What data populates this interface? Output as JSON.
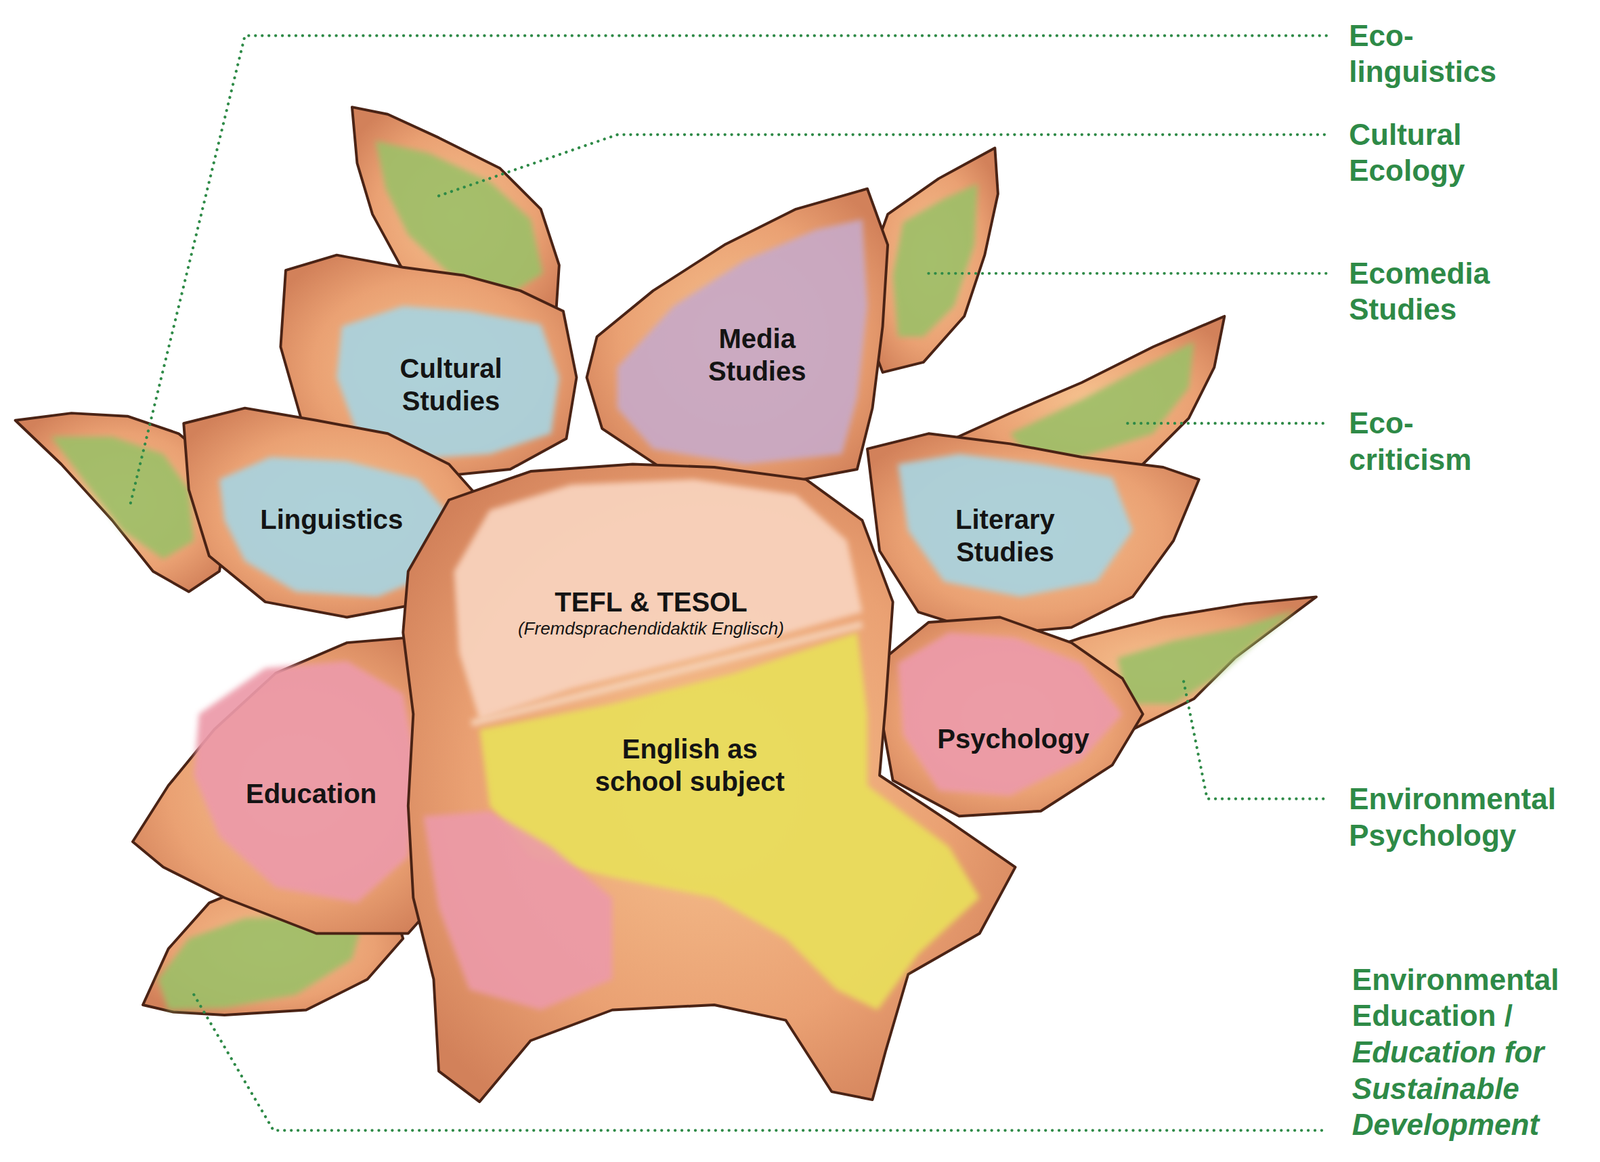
{
  "diagram": {
    "nodes": [
      {
        "text": [
          "Cultural Studies"
        ]
      },
      {
        "text": [
          "Media Studies"
        ]
      },
      {
        "text": [
          "Linguistics"
        ]
      },
      {
        "text": [
          "Literary Studies"
        ]
      },
      {
        "text": [
          "TEFL & TESOL",
          "(Fremdsprachendidaktik Englisch)"
        ]
      },
      {
        "text": [
          "Psychology"
        ]
      },
      {
        "text": [
          "English as school subject"
        ]
      },
      {
        "text": [
          "Education"
        ]
      }
    ],
    "labels": [
      "Eco- linguistics",
      "Cultural Ecology",
      "Ecomedia Studies",
      "Eco- criticism",
      "Environmental Psychology",
      "Environmental Education /",
      "Education for Sustainable Development"
    ]
  }
}
